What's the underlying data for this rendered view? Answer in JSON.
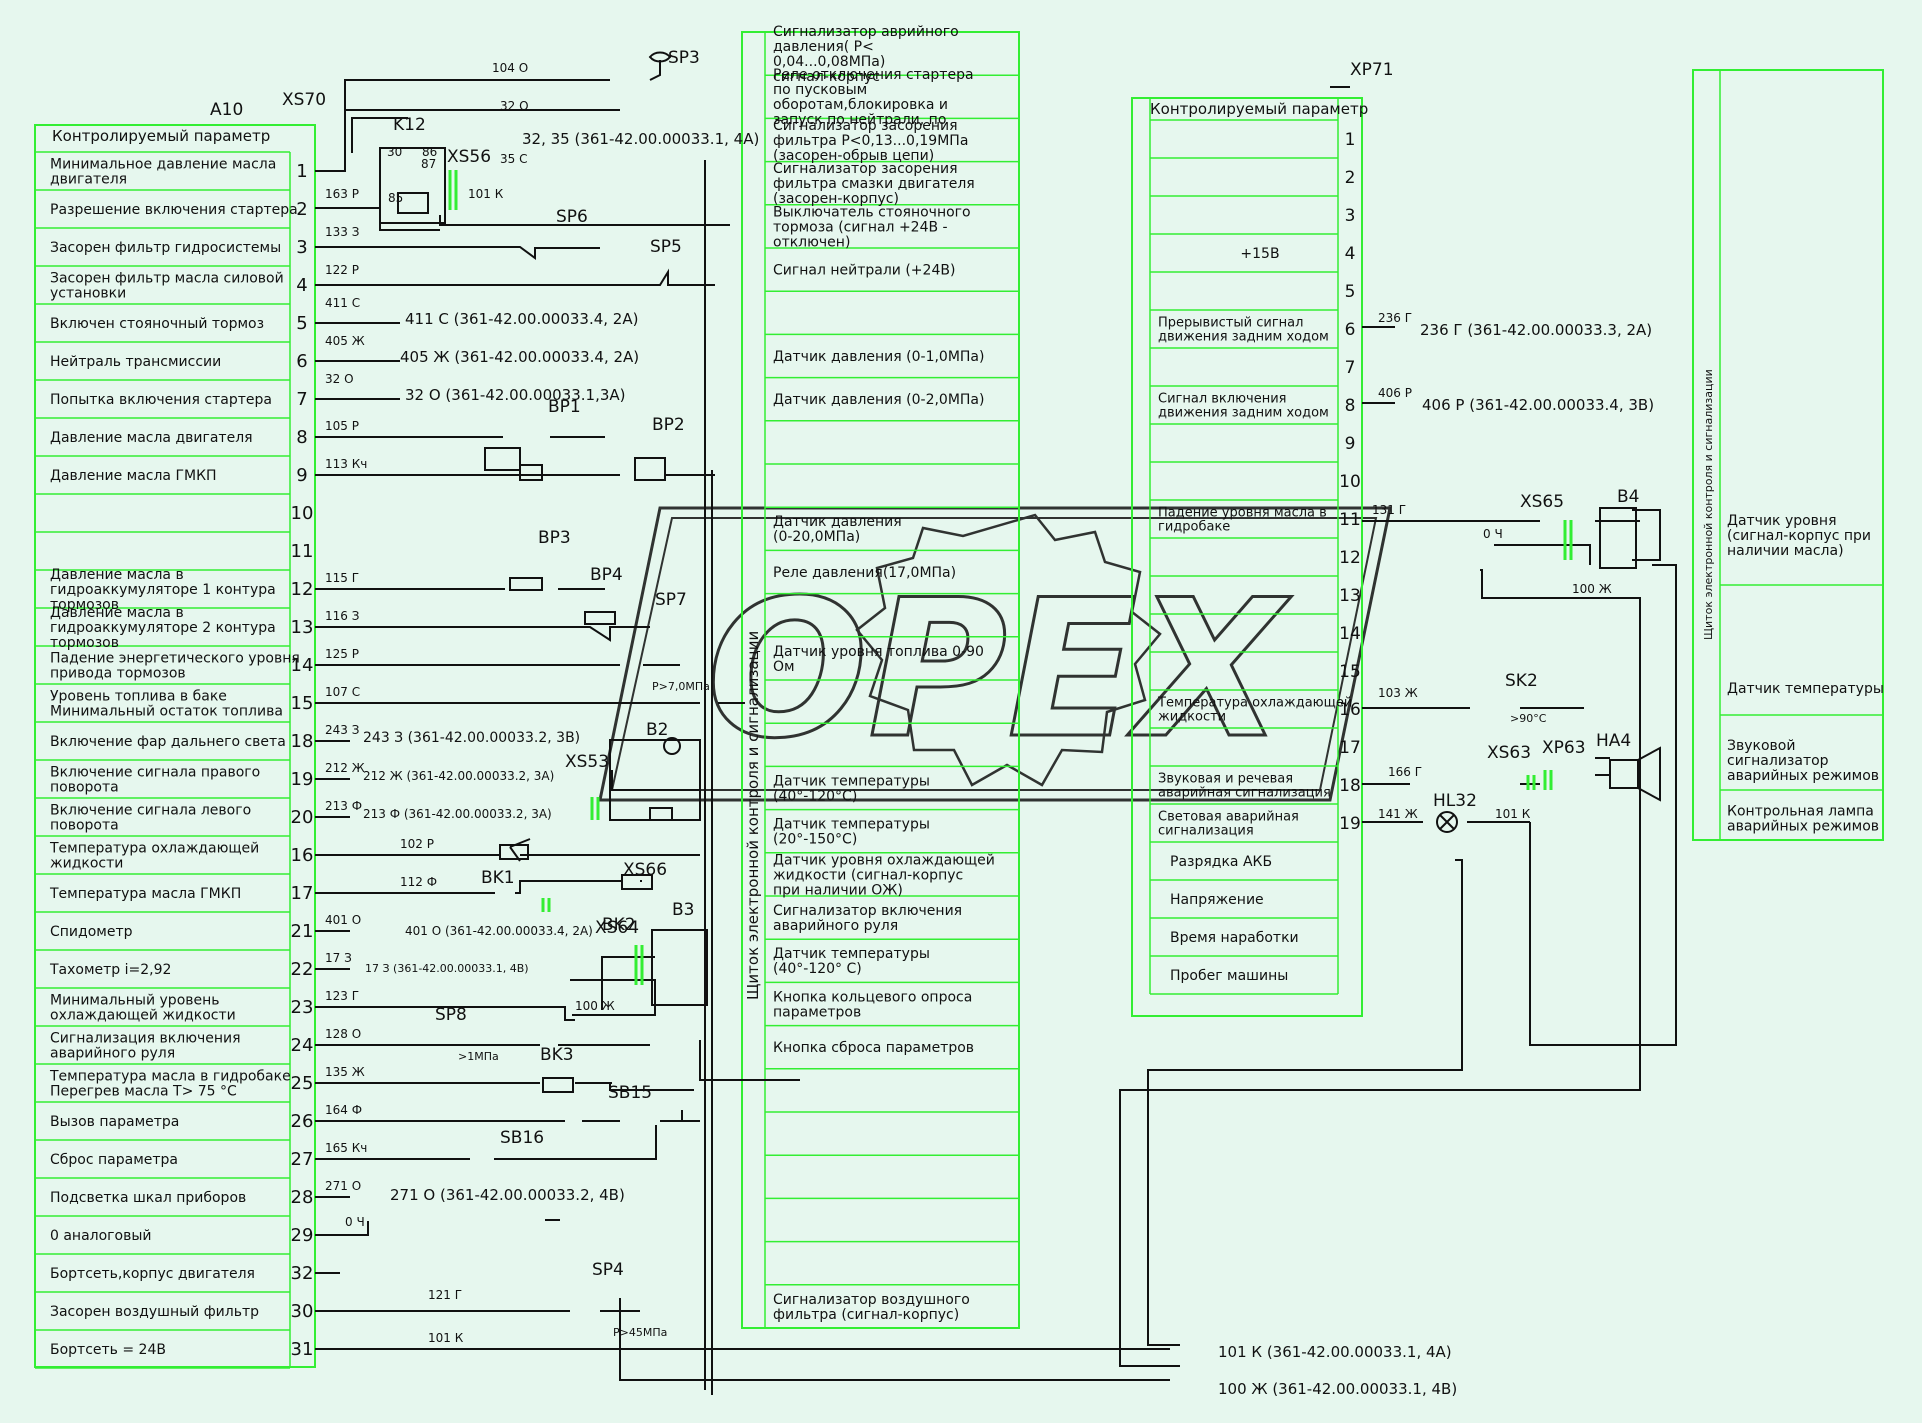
{
  "watermark": "OPEX",
  "a10": {
    "designator": "A10",
    "connector": "XS70",
    "header": "Контролируемый параметр",
    "rows": [
      {
        "label": "Минимальное давление масла двигателя",
        "pin": "1"
      },
      {
        "label": "Разрешение включения стартера",
        "pin": "2"
      },
      {
        "label": "Засорен фильтр гидросистемы",
        "pin": "3"
      },
      {
        "label": "Засорен фильтр масла силовой установки",
        "pin": "4"
      },
      {
        "label": "Включен стояночный тормоз",
        "pin": "5"
      },
      {
        "label": "Нейтраль трансмиссии",
        "pin": "6"
      },
      {
        "label": "Попытка включения стартера",
        "pin": "7"
      },
      {
        "label": "Давление масла двигателя",
        "pin": "8"
      },
      {
        "label": "Давление масла ГМКП",
        "pin": "9"
      },
      {
        "label": "",
        "pin": "10"
      },
      {
        "label": "",
        "pin": "11"
      },
      {
        "label": "Давление масла в гидроаккумуляторе 1 контура тормозов",
        "pin": "12"
      },
      {
        "label": "Давление масла в гидроаккумуляторе 2 контура тормозов",
        "pin": "13"
      },
      {
        "label": "Падение энергетического уровня привода тормозов",
        "pin": "14"
      },
      {
        "label": "Уровень топлива в баке Минимальный остаток топлива",
        "pin": "15"
      },
      {
        "label": "Включение фар дальнего света",
        "pin": "18"
      },
      {
        "label": "Включение сигнала правого поворота",
        "pin": "19"
      },
      {
        "label": "Включение сигнала левого поворота",
        "pin": "20"
      },
      {
        "label": "Температура охлаждающей жидкости",
        "pin": "16"
      },
      {
        "label": "Температура масла ГМКП",
        "pin": "17"
      },
      {
        "label": "Спидометр",
        "pin": "21"
      },
      {
        "label": "Тахометр i=2,92",
        "pin": "22"
      },
      {
        "label": "Минимальный уровень охлаждающей жидкости",
        "pin": "23"
      },
      {
        "label": "Сигнализация включения аварийного руля",
        "pin": "24"
      },
      {
        "label": "Температура масла в гидробаке Перегрев масла T> 75 °С",
        "pin": "25"
      },
      {
        "label": "Вызов параметра",
        "pin": "26"
      },
      {
        "label": "Сброс параметра",
        "pin": "27"
      },
      {
        "label": "Подсветка шкал приборов",
        "pin": "28"
      },
      {
        "label": "0 аналоговый",
        "pin": "29"
      },
      {
        "label": "Бортсеть,корпус двигателя",
        "pin": "32"
      },
      {
        "label": "Засорен воздушный фильтр",
        "pin": "30"
      },
      {
        "label": "Бортсеть = 24В",
        "pin": "31"
      }
    ]
  },
  "panel": {
    "title": "Щиток электронной контроля и сигнализации",
    "rows": [
      "Сигнализатор аврийного давления( P< 0,04...0,08МПа) сигнал-корпус",
      "Реле отключения стартера по пусковым оборотам,блокировка и запуск по нейтрали, по уровню масла в гидробаке, по уровню охл. жидкости",
      "Сигнализатор засорения фильтра P<0,13...0,19МПа (засорен-обрыв цепи)",
      "Сигнализатор засорения фильтра смазки двигателя (засорен-корпус)",
      "Выключатель стояночного тормоза (сигнал +24В - отключен)",
      "Сигнал нейтрали (+24В)",
      "",
      "Датчик давления (0-1,0МПа)",
      "Датчик давления (0-2,0МПа)",
      "",
      "",
      "Датчик давления (0-20,0МПа)",
      "Реле давления(17,0МПа)",
      "",
      "Датчик уровня топлива 0-90 Ом",
      "",
      "",
      "Датчик температуры (40°-120°С)",
      "Датчик температуры (20°-150°С)",
      "Датчик уровня охлаждающей жидкости (сигнал-корпус при наличии ОЖ)",
      "Сигнализатор включения аварийного руля",
      "Датчик температуры (40°-120° С)",
      "Кнопка кольцевого опроса параметров",
      "Кнопка сброса параметров",
      "",
      "",
      "",
      "",
      "",
      "Сигнализатор воздушного фильтра (сигнал-корпус)"
    ]
  },
  "xp71": {
    "designator": "XP71",
    "header": "Контролируемый параметр",
    "rows": [
      {
        "label": "",
        "pin": "1"
      },
      {
        "label": "",
        "pin": "2"
      },
      {
        "label": "",
        "pin": "3"
      },
      {
        "label": "+15В",
        "pin": "4"
      },
      {
        "label": "",
        "pin": "5"
      },
      {
        "label": "Прерывистый сигнал движения задним ходом",
        "pin": "6"
      },
      {
        "label": "",
        "pin": "7"
      },
      {
        "label": "Сигнал включения движения задним ходом",
        "pin": "8"
      },
      {
        "label": "",
        "pin": "9"
      },
      {
        "label": "",
        "pin": "10"
      },
      {
        "label": "Падение уровня масла в гидробаке",
        "pin": "11"
      },
      {
        "label": "",
        "pin": "12"
      },
      {
        "label": "",
        "pin": "13"
      },
      {
        "label": "",
        "pin": "14"
      },
      {
        "label": "",
        "pin": "15"
      },
      {
        "label": "Температура охлаждающей жидкости",
        "pin": "16"
      },
      {
        "label": "",
        "pin": "17"
      },
      {
        "label": "Звуковая и речевая аварийная сигнализация",
        "pin": "18"
      },
      {
        "label": "Световая аварийная сигнализация",
        "pin": "19"
      },
      {
        "label": "Разрядка АКБ",
        "pin": ""
      },
      {
        "label": "Напряжение",
        "pin": ""
      },
      {
        "label": "Время наработки",
        "pin": ""
      },
      {
        "label": "Пробег машины",
        "pin": ""
      }
    ]
  },
  "right_panel": {
    "title": "Щиток электронной контроля и сигнализации",
    "rows": [
      "Датчик уровня (сигнал-корпус при наличии масла)",
      "Датчик температуры",
      "Звуковой сигнализатор аварийных режимов",
      "Контрольная лампа аварийных режимов"
    ]
  },
  "components": [
    "SP3",
    "K12",
    "XS56",
    "SP6",
    "SP5",
    "BP1",
    "BP2",
    "BP3",
    "BP4",
    "SP7",
    "B2",
    "XS53",
    "BK1",
    "XS66",
    "BK2",
    "B3",
    "XS64",
    "SP8",
    "BK3",
    "SB15",
    "SB16",
    "SP4",
    "XS65",
    "B4",
    "SK2",
    "XS63",
    "XP63",
    "HA4",
    "HL32"
  ],
  "wires_left": [
    "104 О",
    "32 О",
    "163 Р",
    "101 К",
    "133 З",
    "122 Р",
    "411 С",
    "405 Ж",
    "32 О",
    "105 Р",
    "113 Кч",
    "115 Г",
    "116 З",
    "125 Р",
    "107 С",
    "243 З",
    "212 Ж",
    "213 Ф",
    "102 Р",
    "112 Ф",
    "401 О",
    "17 З",
    "123 Г",
    "128 О",
    "135 Ж",
    "164 Ф",
    "165 Кч",
    "271 О",
    "121 Г",
    "101 К",
    "0 Ч",
    "100 Ж",
    "30",
    "86",
    "87",
    "85",
    "35 С"
  ],
  "wires_right": [
    "236 Г",
    "406 Р",
    "131 Г",
    "103 Ж",
    "166 Г",
    "141 Ж",
    "101 К",
    "0 Ч",
    "100 Ж"
  ],
  "refs_left": [
    "32, 35 (361-42.00.00033.1, 4А)",
    "411 С (361-42.00.00033.4, 2А)",
    "405 Ж (361-42.00.00033.4, 2А)",
    "32 О (361-42.00.00033.1,3А)",
    "243 З (361-42.00.00033.2, 3В)",
    "212 Ж (361-42.00.00033.2, 3А)",
    "213 Ф (361-42.00.00033.2, 3А)",
    "401 О (361-42.00.00033.4, 2А)",
    "17 З (361-42.00.00033.1, 4В)",
    "271 О (361-42.00.00033.2, 4В)"
  ],
  "refs_right": [
    "236 Г (361-42.00.00033.3, 2А)",
    "406 Р (361-42.00.00033.4, 3В)",
    "101 К (361-42.00.00033.1, 4А)",
    "100 Ж (361-42.00.00033.1, 4В)"
  ],
  "notes": [
    "P>7,0МПа",
    ">1МПа",
    "P>45МПа",
    ">90°С"
  ],
  "colors": {
    "frame": "#33ee33",
    "line": "#111111",
    "background": "#e6f7ee"
  }
}
